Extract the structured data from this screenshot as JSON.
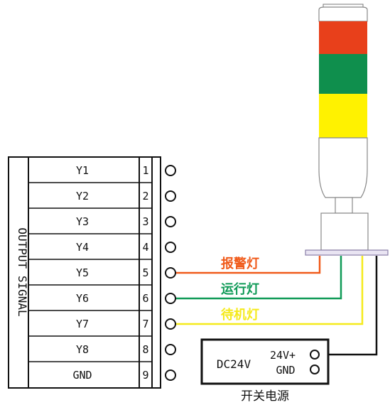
{
  "terminal_block": {
    "side_label": "OUTPUT SIGNAL",
    "rows": [
      {
        "signal": "Y1",
        "pin": "1"
      },
      {
        "signal": "Y2",
        "pin": "2"
      },
      {
        "signal": "Y3",
        "pin": "3"
      },
      {
        "signal": "Y4",
        "pin": "4"
      },
      {
        "signal": "Y5",
        "pin": "5"
      },
      {
        "signal": "Y6",
        "pin": "6"
      },
      {
        "signal": "Y7",
        "pin": "7"
      },
      {
        "signal": "Y8",
        "pin": "8"
      },
      {
        "signal": "GND",
        "pin": "9"
      }
    ]
  },
  "wires": [
    {
      "label": "报警灯",
      "color": "#f05a1a"
    },
    {
      "label": "运行灯",
      "color": "#0f9a57"
    },
    {
      "label": "待机灯",
      "color": "#f5ea1c"
    }
  ],
  "power_supply": {
    "voltage": "DC24V",
    "positive": "24V+",
    "ground": "GND",
    "caption": "开关电源"
  },
  "tower_light": {
    "segments": [
      {
        "color": "#e8401b"
      },
      {
        "color": "#0f8f4d"
      },
      {
        "color": "#fff200"
      }
    ]
  }
}
